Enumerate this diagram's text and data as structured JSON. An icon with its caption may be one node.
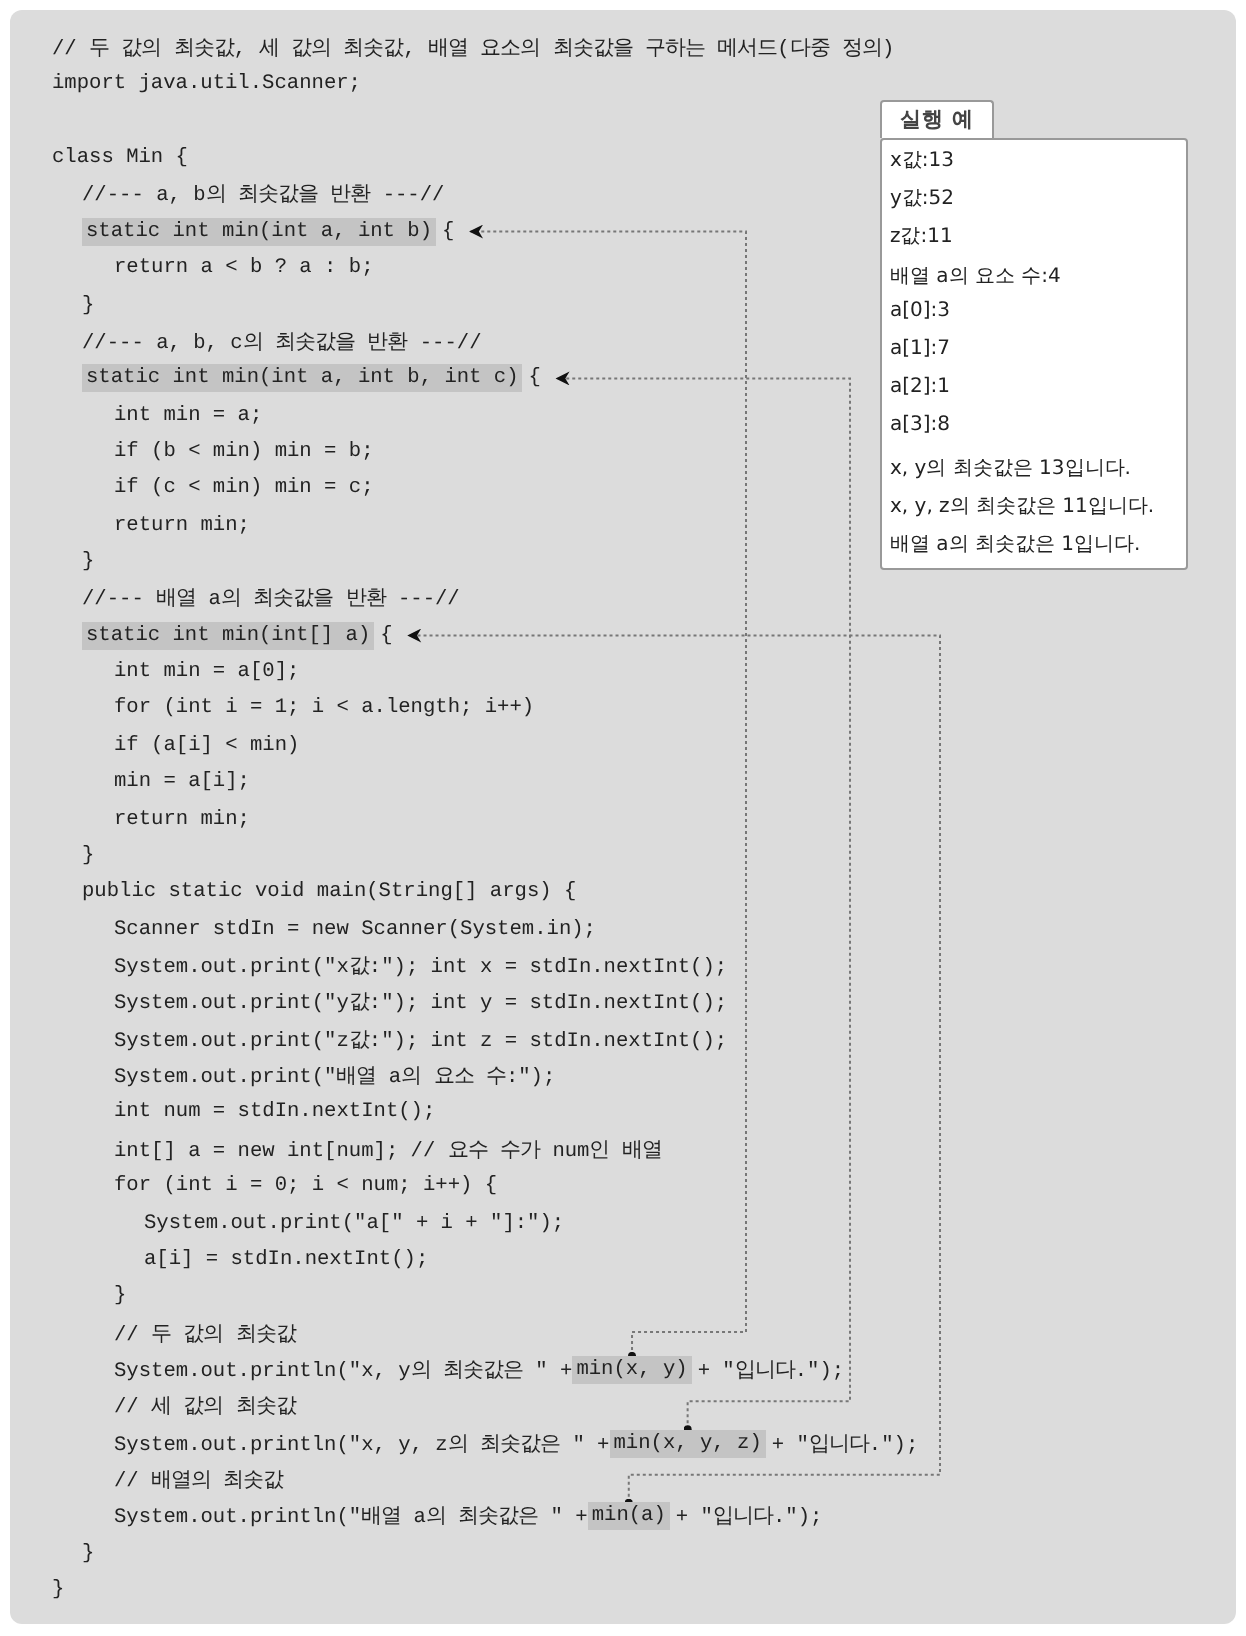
{
  "diagram": {
    "nodes": [
      {
        "text": [
          "static int min(int a, int b)"
        ]
      },
      {
        "text": [
          "static int min(int a, int b, int c)"
        ]
      },
      {
        "text": [
          "static int min(int[] a)"
        ]
      },
      {
        "text": [
          "min(x, y)"
        ]
      },
      {
        "text": [
          "min(x, y, z)"
        ]
      },
      {
        "text": [
          "min(a)"
        ]
      },
      {
        "text": [
          "실행 예",
          "x값:13",
          "y값:52",
          "z값:11",
          "배열 a의 요소 수:4",
          "a[0]:3",
          "a[1]:7",
          "a[2]:1",
          "a[3]:8",
          "x, y의 최솟값은 13입니다.",
          "x, y, z의 최솟값은 11입니다.",
          "배열 a의 최솟값은 1입니다."
        ]
      }
    ],
    "edges": [
      {
        "from": 3,
        "to": 0,
        "arrow": "to",
        "style": "dashed"
      },
      {
        "from": 4,
        "to": 1,
        "arrow": "to",
        "style": "dashed"
      },
      {
        "from": 5,
        "to": 2,
        "arrow": "to",
        "style": "dashed"
      }
    ],
    "labels": [
      "// 두 값의 최솟값, 세 값의 최솟값, 배열 요소의 최솟값을 구하는 메서드(다중 정의)",
      "import java.util.Scanner;",
      "class Min {",
      "//--- a, b의 최솟값을 반환 ---//",
      "{",
      "return a < b ? a : b;",
      "}",
      "//--- a, b, c의 최솟값을 반환 ---//",
      "{",
      "int min = a;",
      "if (b < min) min = b;",
      "if (c < min) min = c;",
      "return min;",
      "}",
      "//--- 배열 a의 최솟값을 반환 ---//",
      "{",
      "int min = a[0];",
      "for (int i = 1; i < a.length; i++)",
      "if (a[i] < min)",
      "min = a[i];",
      "return min;",
      "}",
      "public static void main(String[] args) {",
      "Scanner stdIn = new Scanner(System.in);",
      "System.out.print(\"x값:\"); int x = stdIn.nextInt();",
      "System.out.print(\"y값:\"); int y = stdIn.nextInt();",
      "System.out.print(\"z값:\"); int z = stdIn.nextInt();",
      "System.out.print(\"배열 a의 요소 수:\");",
      "int num = stdIn.nextInt();",
      "int[] a = new int[num]; // 요수 수가 num인 배열",
      "for (int i = 0; i < num; i++) {",
      "System.out.print(\"a[\" + i + \"]:\");",
      "a[i] = stdIn.nextInt();",
      "}",
      "// 두 값의 최솟값",
      "System.out.println(\"x, y의 최솟값은 \" +",
      "+ \"입니다.\");",
      "// 세 값의 최솟값",
      "System.out.println(\"x, y, z의 최솟값은 \" +",
      "+ \"입니다.\");",
      "// 배열의 최솟값",
      "System.out.println(\"배열 a의 최솟값은 \" +",
      "+ \"입니다.\");",
      "}",
      "}"
    ]
  }
}
